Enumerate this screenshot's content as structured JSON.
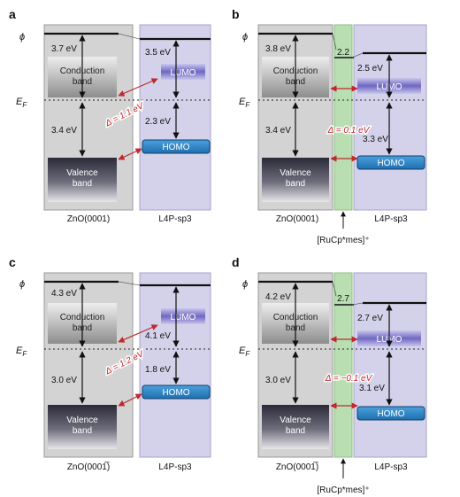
{
  "panels": [
    {
      "letter": "a",
      "phi": "ϕ",
      "ef_main": "E",
      "ef_sub": "F",
      "zno_wf": "3.7 eV",
      "cb_line1": "Conduction",
      "cb_line2": "band",
      "vb_line1": "Valence",
      "vb_line2": "band",
      "gap": "3.4 eV",
      "zno_label": "ZnO(0001)",
      "mol_wf": "3.5 eV",
      "lumo": "LUMO",
      "homo_gap": "2.3 eV",
      "homo": "HOMO",
      "mol_label": "L4P-sp3",
      "delta": "Δ = 1.1 eV"
    },
    {
      "letter": "b",
      "phi": "ϕ",
      "ef_main": "E",
      "ef_sub": "F",
      "zno_wf": "3.8 eV",
      "cb_line1": "Conduction",
      "cb_line2": "band",
      "vb_line1": "Valence",
      "vb_line2": "band",
      "gap": "3.4 eV",
      "zno_label": "ZnO(0001)",
      "mol_wf": "2.5 eV",
      "lumo": "LUMO",
      "homo_gap": "3.3 eV",
      "homo": "HOMO",
      "mol_label": "L4P-sp3",
      "delta": "Δ = 0.1 eV",
      "ru_value": "2.2",
      "ru_label": "[RuCp*mes]⁺"
    },
    {
      "letter": "c",
      "phi": "ϕ",
      "ef_main": "E",
      "ef_sub": "F",
      "zno_wf": "4.3 eV",
      "cb_line1": "Conduction",
      "cb_line2": "band",
      "vb_line1": "Valence",
      "vb_line2": "band",
      "gap": "3.0 eV",
      "zno_label": "ZnO(0001̅)",
      "mol_wf": "4.1 eV",
      "lumo": "LUMO",
      "homo_gap": "1.8 eV",
      "homo": "HOMO",
      "mol_label": "L4P-sp3",
      "delta": "Δ = 1.2 eV"
    },
    {
      "letter": "d",
      "phi": "ϕ",
      "ef_main": "E",
      "ef_sub": "F",
      "zno_wf": "4.2 eV",
      "cb_line1": "Conduction",
      "cb_line2": "band",
      "vb_line1": "Valence",
      "vb_line2": "band",
      "gap": "3.0 eV",
      "zno_label": "ZnO(0001̅)",
      "mol_wf": "2.7 eV",
      "lumo": "LUMO",
      "homo_gap": "3.1 eV",
      "homo": "HOMO",
      "mol_label": "L4P-sp3",
      "delta": "Δ = −0.1 eV",
      "ru_value": "2.7",
      "ru_label": "[RuCp*mes]⁺"
    }
  ],
  "colors": {
    "zno_bg": "#d3d3d3",
    "zno_border": "#9a9a9a",
    "mol_bg": "#d4d2ea",
    "mol_border": "#a7a3cc",
    "ru_bg": "#b9deb1",
    "ru_border": "#8fbf86",
    "homo_fill": "#2f86c7",
    "homo_border": "#0d3f6d",
    "lumo_fill": "#7b74c6",
    "delta_color": "#c0282d"
  }
}
